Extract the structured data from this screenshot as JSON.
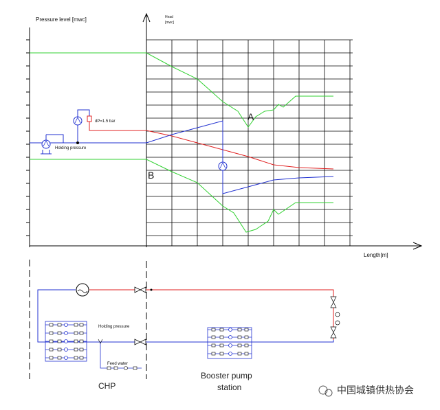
{
  "diagram": {
    "y_axis_label": "Pressure level [mwc]",
    "head_label_line1": "Head",
    "head_label_line2": "[mwc]",
    "x_axis_label": "Length[m]",
    "label_dp": "dP=1.5 bar",
    "label_holding_top": "Holding pressure",
    "label_holding_bottom": "Holding pressure",
    "label_feed_water": "Feed water",
    "marker_a": "A",
    "marker_b": "B",
    "caption_chp": "CHP",
    "caption_booster_line1": "Booster pump",
    "caption_booster_line2": "station",
    "watermark": "中国城镇供热协会",
    "colors": {
      "supply_red": "#e02020",
      "return_blue": "#2030d0",
      "pressure_green": "#30d030",
      "grid": "#000000"
    }
  }
}
